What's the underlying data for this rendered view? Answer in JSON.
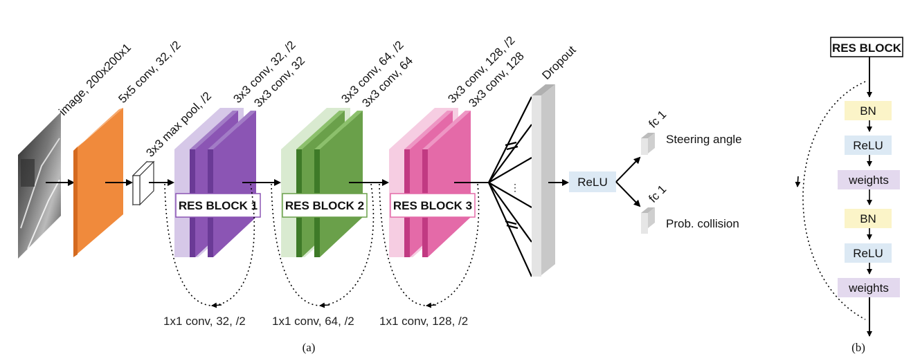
{
  "panel_a": {
    "input_label": "image, 200x200x1",
    "conv5_label": "5x5 conv, 32, /2",
    "maxpool_label": "3x3 max pool, /2",
    "res1": {
      "label1": "3x3 conv, 32, /2",
      "label2": "3x3 conv, 32",
      "name": "RES BLOCK 1",
      "skip": "1x1 conv, 32, /2"
    },
    "res2": {
      "label1": "3x3 conv, 64, /2",
      "label2": "3x3 conv, 64",
      "name": "RES BLOCK 2",
      "skip": "1x1 conv, 64, /2"
    },
    "res3": {
      "label1": "3x3 conv, 128, /2",
      "label2": "3x3 conv, 128",
      "name": "RES BLOCK 3",
      "skip": "1x1 conv, 128, /2"
    },
    "dropout_label": "Dropout",
    "ellipsis": "⋮",
    "relu_label": "ReLU",
    "fc1_top": "fc 1",
    "fc1_bottom": "fc 1",
    "steering": "Steering angle",
    "collision": "Prob. collision",
    "caption": "(a)",
    "colors": {
      "conv5": "#f08a3c",
      "res1": "#8b55b4",
      "res2": "#6aa04a",
      "res3": "#e46aa8",
      "relu_bg": "#dce9f4",
      "dropout": "#d4d4d4"
    }
  },
  "panel_b": {
    "title": "RES BLOCK",
    "bn1": "BN",
    "relu1": "ReLU",
    "weights1": "weights",
    "bn2": "BN",
    "relu2": "ReLU",
    "weights2": "weights",
    "caption": "(b)",
    "colors": {
      "bn": "#fbf4c8",
      "relu": "#dce9f4",
      "weights": "#e3d9ee"
    }
  }
}
